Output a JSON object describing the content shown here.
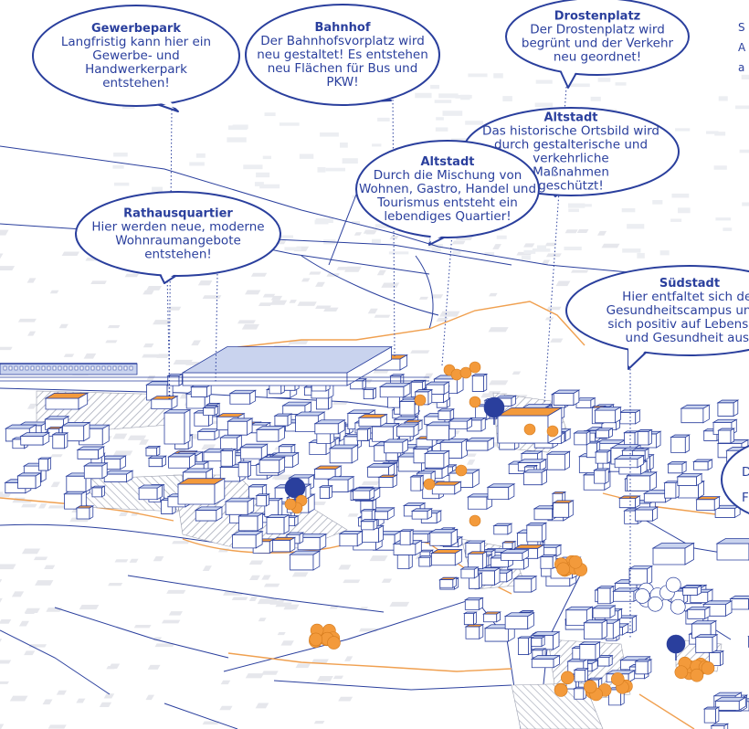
{
  "colors": {
    "accent_blue": "#2a3f9d",
    "building_fill": "#c9d3ee",
    "highlight_orange": "#f39a3b",
    "road_orange": "#f0a050",
    "hatch_grey": "#b9bcc8",
    "background": "#ffffff"
  },
  "callouts": [
    {
      "id": "gewerbepark",
      "title": "Gewerbepark",
      "lines": [
        "Langfristig kann hier ein",
        "Gewerbe- und",
        "Handwerkerpark",
        "entstehen!"
      ]
    },
    {
      "id": "bahnhof",
      "title": "Bahnhof",
      "lines": [
        "Der Bahnhofsvorplatz wird",
        "neu gestaltet! Es entstehen",
        "neu Flächen für Bus und",
        "PKW!"
      ]
    },
    {
      "id": "drostenplatz",
      "title": "Drostenplatz",
      "lines": [
        "Der Drostenplatz wird",
        "begrünt und der Verkehr",
        "neu geordnet!"
      ]
    },
    {
      "id": "altstadt-1",
      "title": "Altstadt",
      "lines": [
        "Das historische Ortsbild wird",
        "durch gestalterische und",
        "verkehrliche",
        "Maßnahmen",
        "geschützt!"
      ]
    },
    {
      "id": "altstadt-2",
      "title": "Altstadt",
      "lines": [
        "Durch die Mischung von",
        "Wohnen, Gastro, Handel und",
        "Tourismus entsteht ein",
        "lebendiges Quartier!"
      ]
    },
    {
      "id": "rathausquartier",
      "title": "Rathausquartier",
      "lines": [
        "Hier werden neue, moderne",
        "Wohnraumangebote",
        "entstehen!"
      ]
    },
    {
      "id": "suedstadt",
      "title": "Südstadt",
      "lines": [
        "Hier entfaltet sich der",
        "Gesundheitscampus  und w",
        "sich positiv auf Lebensqua",
        "und Gesundheit aus!"
      ]
    }
  ],
  "edge_fragments": {
    "right_top": [
      "S",
      "A",
      "a"
    ],
    "right_bubble": [
      "D",
      "F"
    ]
  }
}
